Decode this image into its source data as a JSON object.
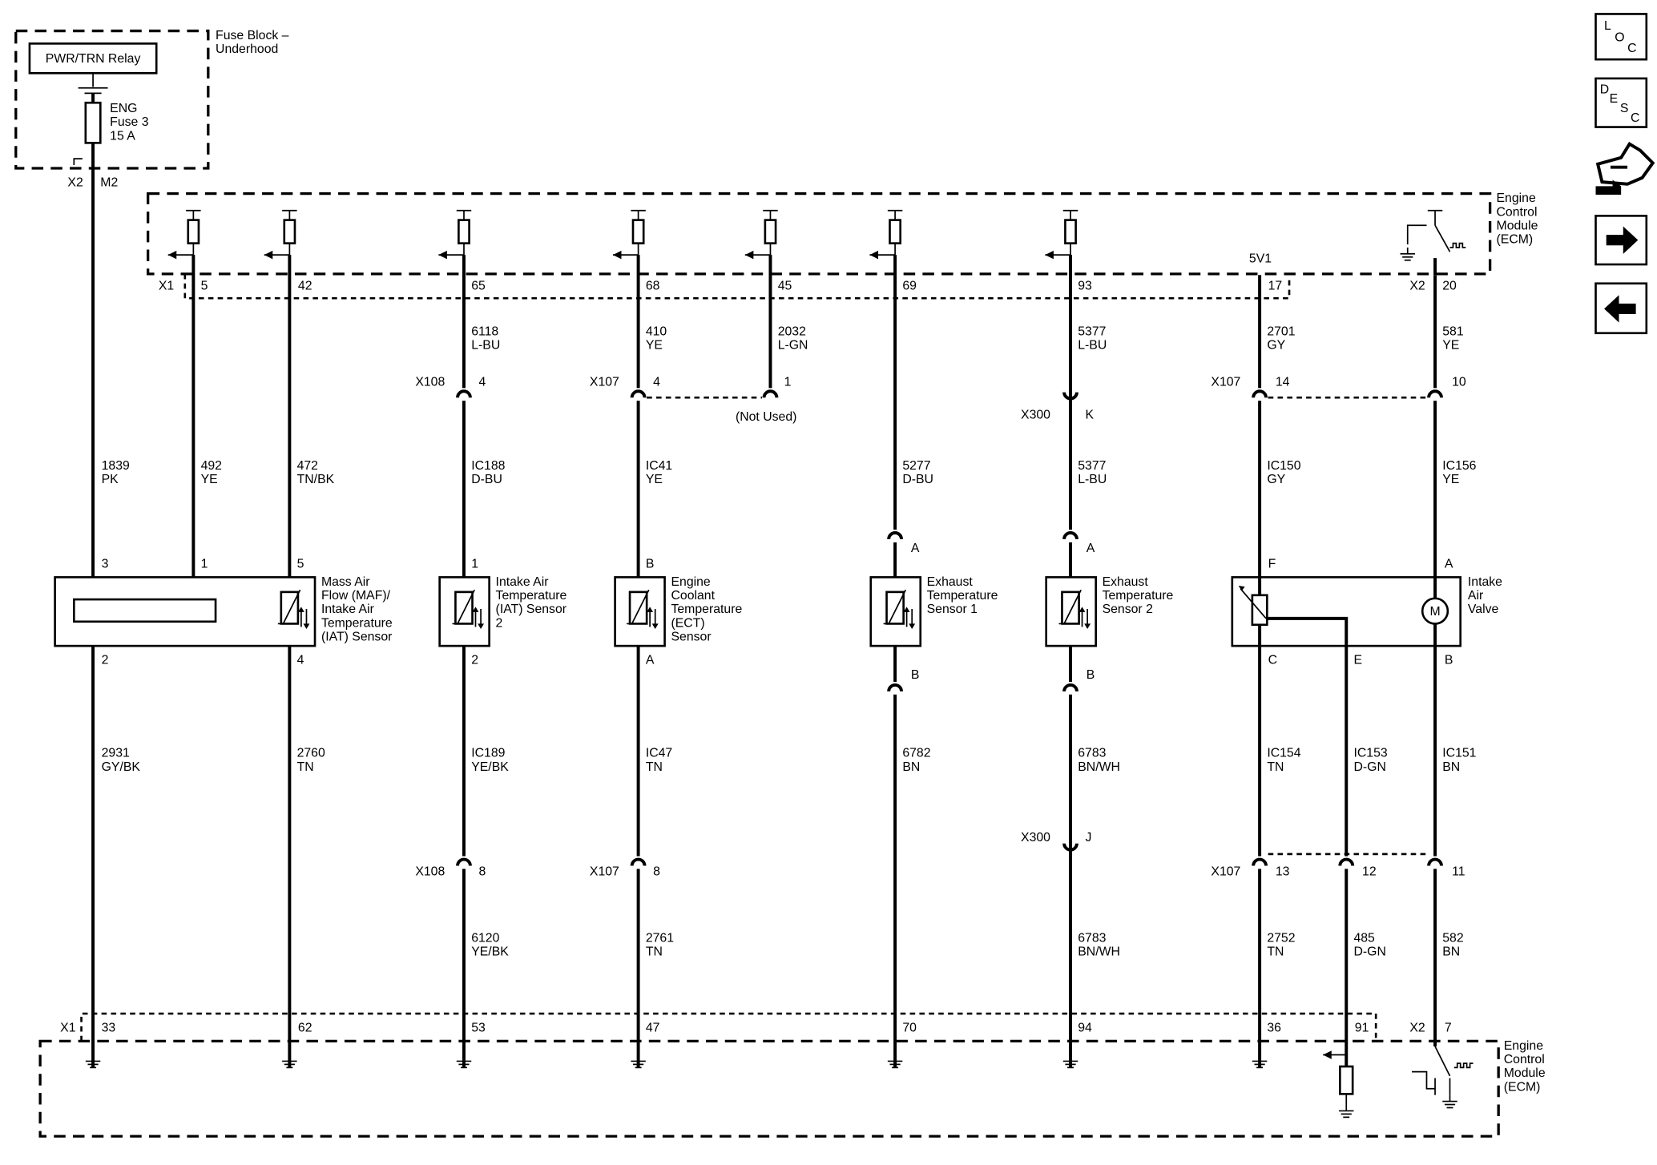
{
  "fuse_block": {
    "title": [
      "Fuse Block –",
      "Underhood"
    ],
    "relay": "PWR/TRN Relay",
    "fuse": [
      "ENG",
      "Fuse 3",
      "15 A"
    ],
    "connector": "X2",
    "pin": "M2"
  },
  "ecm": {
    "title": [
      "Engine",
      "Control",
      "Module",
      "(ECM)"
    ],
    "x1": "X1",
    "x2": "X2",
    "supply": "5V1"
  },
  "top_pins": [
    "5",
    "42",
    "65",
    "68",
    "45",
    "69",
    "93",
    "17",
    "20"
  ],
  "bottom_pins": [
    "33",
    "62",
    "53",
    "47",
    "70",
    "94",
    "36",
    "91",
    "7"
  ],
  "connectors": {
    "x108": "X108",
    "x107": "X107",
    "x300": "X300",
    "not_used": "(Not Used)"
  },
  "inline_pins": {
    "iat2_top": "4",
    "ect_top": "4",
    "ect_unused": "1",
    "exh2_top": "K",
    "iav_14": "14",
    "iav_10": "10",
    "iat2_bot": "8",
    "ect_bot": "8",
    "exh2_bot": "J",
    "iav_13": "13",
    "iav_12": "12",
    "iav_11": "11"
  },
  "wires_upper": {
    "c68": [
      "6118",
      "L-BU"
    ],
    "c69": [
      "410",
      "YE"
    ],
    "c70": [
      "2032",
      "L-GN"
    ],
    "c72": [
      "5377",
      "L-BU"
    ],
    "c73": [
      "2701",
      "GY"
    ],
    "c74": [
      "581",
      "YE"
    ]
  },
  "wires_middle": {
    "c64": [
      "1839",
      "PK"
    ],
    "c65": [
      "492",
      "YE"
    ],
    "c66": [
      "472",
      "TN/BK"
    ],
    "c68": [
      "IC188",
      "D-BU"
    ],
    "c69": [
      "IC41",
      "YE"
    ],
    "c71": [
      "5277",
      "D-BU"
    ],
    "c72": [
      "5377",
      "L-BU"
    ],
    "c73": [
      "IC150",
      "GY"
    ],
    "c74": [
      "IC156",
      "YE"
    ]
  },
  "wires_lower": {
    "c64": [
      "2931",
      "GY/BK"
    ],
    "c66": [
      "2760",
      "TN"
    ],
    "c68": [
      "IC189",
      "YE/BK"
    ],
    "c69": [
      "IC47",
      "TN"
    ],
    "c71": [
      "6782",
      "BN"
    ],
    "c72": [
      "6783",
      "BN/WH"
    ],
    "c73": [
      "IC154",
      "TN"
    ],
    "c75": [
      "IC153",
      "D-GN"
    ],
    "c74": [
      "IC151",
      "BN"
    ]
  },
  "wires_bottom": {
    "c68": [
      "6120",
      "YE/BK"
    ],
    "c69": [
      "2761",
      "TN"
    ],
    "c72": [
      "6783",
      "BN/WH"
    ],
    "c73": [
      "2752",
      "TN"
    ],
    "c75": [
      "485",
      "D-GN"
    ],
    "c74": [
      "582",
      "BN"
    ]
  },
  "components": {
    "maf": {
      "label": [
        "Mass Air",
        "Flow (MAF)/",
        "Intake Air",
        "Temperature",
        "(IAT) Sensor"
      ],
      "pins_top": [
        "3",
        "1",
        "5"
      ],
      "pins_bot": [
        "2",
        "4"
      ]
    },
    "iat2": {
      "label": [
        "Intake Air",
        "Temperature",
        "(IAT) Sensor",
        "2"
      ],
      "pin_top": "1",
      "pin_bot": "2"
    },
    "ect": {
      "label": [
        "Engine",
        "Coolant",
        "Temperature",
        "(ECT)",
        "Sensor"
      ],
      "pin_top": "B",
      "pin_bot": "A"
    },
    "exh1": {
      "label": [
        "Exhaust",
        "Temperature",
        "Sensor 1"
      ],
      "pin_top": "A",
      "pin_bot": "B"
    },
    "exh2": {
      "label": [
        "Exhaust",
        "Temperature",
        "Sensor 2"
      ],
      "pin_top": "A",
      "pin_bot": "B"
    },
    "iav": {
      "label": [
        "Intake",
        "Air",
        "Valve"
      ],
      "pin_top_f": "F",
      "pin_top_a": "A",
      "pin_bot": [
        "C",
        "E",
        "B"
      ],
      "motor": "M"
    }
  },
  "nav": {
    "loc": [
      "L",
      "O",
      "C"
    ],
    "desc": [
      "D",
      "E",
      "S",
      "C"
    ],
    "tool_icon": "connector-tool-icon",
    "next_icon": "arrow-right-icon",
    "prev_icon": "arrow-left-icon"
  }
}
